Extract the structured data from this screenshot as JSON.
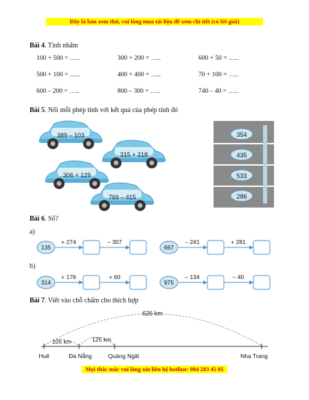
{
  "banner_top": "Đây là bản xem thử, vui lòng mua tài liệu để xem chi tiết (có lời giải)",
  "banner_bottom": "Mọi thắc mắc vui lòng xin liên hệ hotline: 084 283 45 85",
  "bai4": {
    "label": "Bài 4",
    "title": ". Tính nhẩm",
    "rows": [
      [
        "100 + 500 = …..",
        "300 + 200 = …..",
        "600 + 50 = ….."
      ],
      [
        "500 + 100 = …..",
        "400 + 400 = …..",
        "70 + 100 = ….."
      ],
      [
        "600 – 200 = …..",
        "800 – 300 = …..",
        "740 – 40 = ….."
      ]
    ]
  },
  "bai5": {
    "label": "Bài 5",
    "title": ". Nối mỗi phép tính với kết quả của phép tính đó",
    "cars": [
      "389 – 103",
      "315 + 218",
      "306 + 129",
      "769 – 415"
    ],
    "results": [
      "354",
      "435",
      "533",
      "286"
    ],
    "colors": {
      "car": "#7ec8e8",
      "car_dark": "#4a9cc4",
      "parking": "#8a8a8a",
      "result_bg": "#cfe6f3"
    }
  },
  "bai6": {
    "label": "Bài 6",
    "title": ". Số?",
    "part_a": "a)",
    "part_b": "b)",
    "chains": [
      {
        "start": "135",
        "op1": "+ 274",
        "op2": "– 307"
      },
      {
        "start": "667",
        "op1": "– 241",
        "op2": "+ 281"
      },
      {
        "start": "314",
        "op1": "+ 176",
        "op2": "+ 60"
      },
      {
        "start": "975",
        "op1": "– 134",
        "op2": "– 40"
      }
    ]
  },
  "bai7": {
    "label": "Bài 7",
    "title": ". Viết vào chỗ chấm cho thích hợp",
    "total": "626 km",
    "seg1": "105 km",
    "seg2": "125 km",
    "places": [
      "Huế",
      "Đà Nẵng",
      "Quảng Ngãi",
      "Nha Trang"
    ]
  }
}
